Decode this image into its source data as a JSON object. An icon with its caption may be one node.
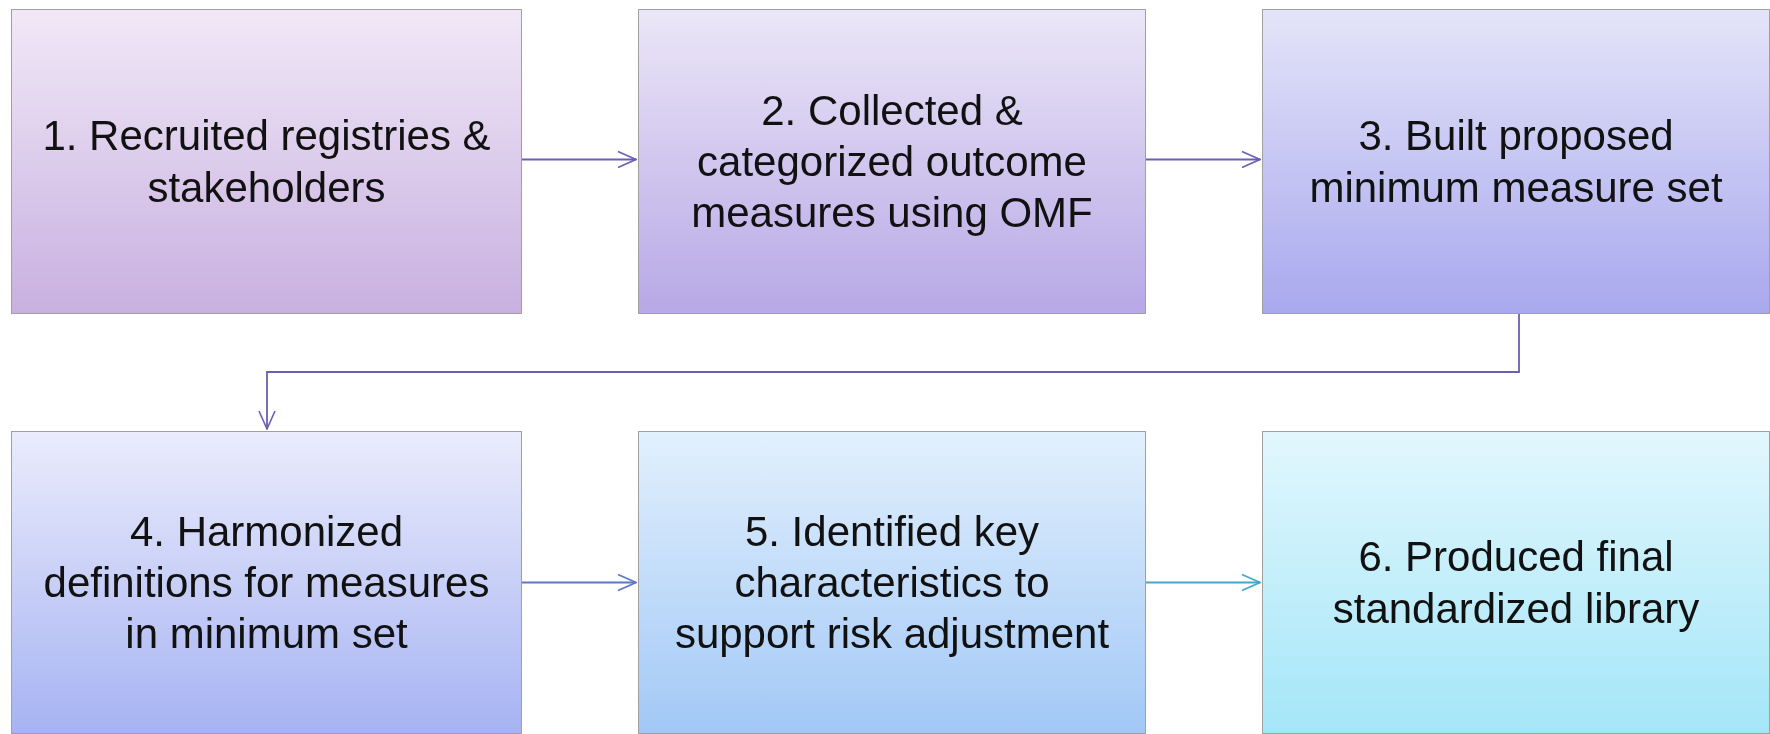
{
  "diagram": {
    "nodes": [
      {
        "text": [
          "1. Recruited registries & stakeholders"
        ]
      },
      {
        "text": [
          "2. Collected & categorized outcome measures using OMF"
        ]
      },
      {
        "text": [
          "3. Built proposed minimum measure set"
        ]
      },
      {
        "text": [
          "4. Harmonized definitions for measures in minimum set"
        ]
      },
      {
        "text": [
          "5. Identified key characteristics to support risk adjustment"
        ]
      },
      {
        "text": [
          "6. Produced final standardized library"
        ]
      }
    ],
    "edges": [
      {
        "from": 0,
        "to": 1,
        "arrow": "to"
      },
      {
        "from": 1,
        "to": 2,
        "arrow": "to"
      },
      {
        "from": 2,
        "to": 3,
        "arrow": "to"
      },
      {
        "from": 3,
        "to": 4,
        "arrow": "to",
        "color": "#5b78c6"
      },
      {
        "from": 4,
        "to": 5,
        "arrow": "to",
        "color": "#44a6cc"
      }
    ]
  }
}
